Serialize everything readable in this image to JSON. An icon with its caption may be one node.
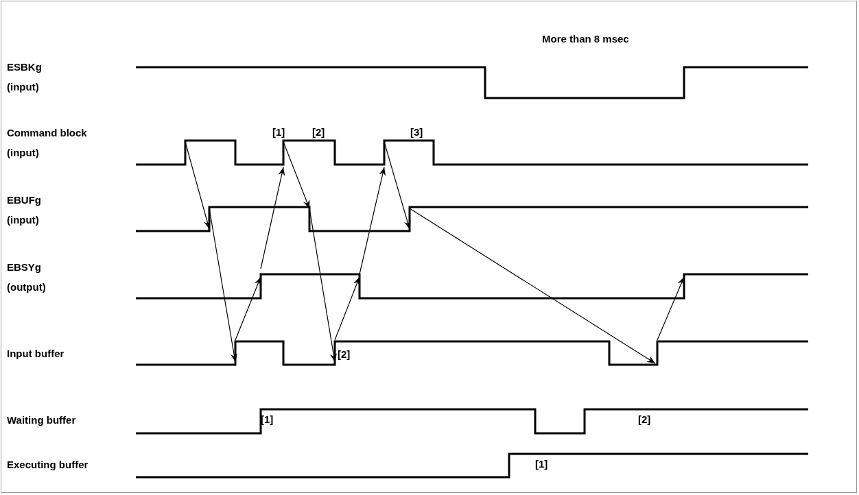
{
  "diagram": {
    "labels": [
      "More than 8 msec",
      "ESBKg (input)",
      "Command block (input)",
      "[1]",
      "[2]",
      "[3]",
      "EBUFg (input)",
      "EBSYg (output)",
      "Input buffer",
      "[2]",
      "Waiting buffer",
      "[1]",
      "[2]",
      "Executing buffer",
      "[1]"
    ]
  }
}
